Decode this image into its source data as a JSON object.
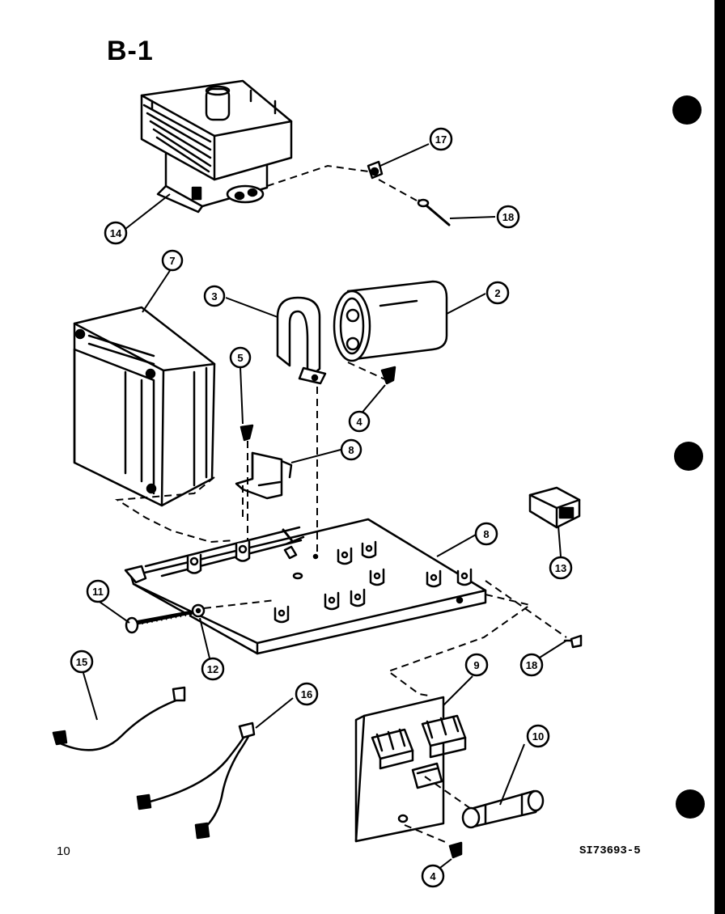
{
  "page": {
    "title": "B-1",
    "page_number": "10",
    "diagram_code": "SI73693-5"
  },
  "callouts": [
    {
      "id": "c17",
      "label": "17"
    },
    {
      "id": "c18a",
      "label": "18"
    },
    {
      "id": "c14",
      "label": "14"
    },
    {
      "id": "c7",
      "label": "7"
    },
    {
      "id": "c3",
      "label": "3"
    },
    {
      "id": "c2",
      "label": "2"
    },
    {
      "id": "c5",
      "label": "5"
    },
    {
      "id": "c4a",
      "label": "4"
    },
    {
      "id": "c8a",
      "label": "8"
    },
    {
      "id": "c8b",
      "label": "8"
    },
    {
      "id": "c13",
      "label": "13"
    },
    {
      "id": "c11",
      "label": "11"
    },
    {
      "id": "c12",
      "label": "12"
    },
    {
      "id": "c18b",
      "label": "18"
    },
    {
      "id": "c15",
      "label": "15"
    },
    {
      "id": "c16",
      "label": "16"
    },
    {
      "id": "c9",
      "label": "9"
    },
    {
      "id": "c10",
      "label": "10"
    },
    {
      "id": "c4b",
      "label": "4"
    }
  ]
}
